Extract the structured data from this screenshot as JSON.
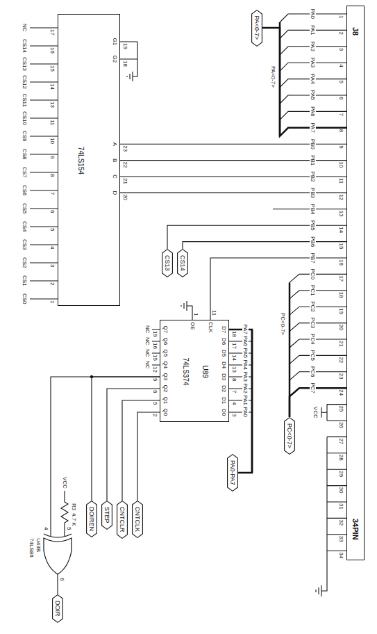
{
  "diagram": {
    "nodes": [
      {
        "text": [
          "J8",
          "34PIN"
        ]
      },
      {
        "text": [
          "PA<0-7>"
        ]
      },
      {
        "text": [
          "PC<0-7>"
        ]
      },
      {
        "text": [
          "CS14"
        ]
      },
      {
        "text": [
          "CS13"
        ]
      },
      {
        "text": [
          "74LS154"
        ]
      },
      {
        "text": [
          "U89",
          "74LS374"
        ]
      },
      {
        "text": [
          "PA0-PA7"
        ]
      },
      {
        "text": [
          "CNTCLK"
        ]
      },
      {
        "text": [
          "CNTCLR"
        ]
      },
      {
        "text": [
          "STEP"
        ]
      },
      {
        "text": [
          "DOIREN"
        ]
      },
      {
        "text": [
          "U43B",
          "74LS86"
        ]
      },
      {
        "text": [
          "DOIR"
        ]
      }
    ],
    "edges": [
      {
        "from": 0,
        "to": 1,
        "arrow": "none"
      },
      {
        "from": 0,
        "to": 2,
        "arrow": "none"
      },
      {
        "from": 0,
        "to": 5,
        "arrow": "none"
      },
      {
        "from": 0,
        "to": 5,
        "arrow": "none"
      },
      {
        "from": 0,
        "to": 5,
        "arrow": "none"
      },
      {
        "from": 0,
        "to": 5,
        "arrow": "none"
      },
      {
        "from": 0,
        "to": 3,
        "arrow": "none"
      },
      {
        "from": 0,
        "to": 4,
        "arrow": "none"
      },
      {
        "from": 0,
        "to": 6,
        "arrow": "none"
      },
      {
        "from": 7,
        "to": 6,
        "arrow": "none"
      },
      {
        "from": 6,
        "to": 8,
        "arrow": "none"
      },
      {
        "from": 6,
        "to": 9,
        "arrow": "none"
      },
      {
        "from": 6,
        "to": 10,
        "arrow": "none"
      },
      {
        "from": 6,
        "to": 11,
        "arrow": "none"
      },
      {
        "from": 6,
        "to": 12,
        "arrow": "none"
      },
      {
        "from": 12,
        "to": 13,
        "arrow": "none"
      }
    ],
    "labels": [
      "1",
      "2",
      "3",
      "4",
      "5",
      "6",
      "7",
      "8",
      "9",
      "10",
      "11",
      "12",
      "13",
      "14",
      "15",
      "16",
      "17",
      "18",
      "19",
      "20",
      "21",
      "22",
      "23",
      "24",
      "25",
      "26",
      "27",
      "28",
      "29",
      "30",
      "31",
      "32",
      "33",
      "34",
      "PA0",
      "PA1",
      "PA2",
      "PA3",
      "PA4",
      "PA5",
      "PA6",
      "PA7",
      "PB0",
      "PB1",
      "PB2",
      "PB3",
      "PB4",
      "PB5",
      "PB6",
      "PB7",
      "PC0",
      "PC1",
      "PC2",
      "PC3",
      "PC4",
      "PC5",
      "PC6",
      "PC7",
      "PA<0-7>",
      "PC<0-7>",
      "VCC",
      "G1",
      "G2",
      "D",
      "C",
      "B",
      "A",
      "19",
      "18",
      "20",
      "21",
      "22",
      "23",
      "17",
      "16",
      "15",
      "14",
      "13",
      "11",
      "10",
      "9",
      "8",
      "7",
      "6",
      "5",
      "4",
      "3",
      "2",
      "1",
      "NC",
      "CS14",
      "CS13",
      "CS12",
      "CS11",
      "CS10",
      "CS9",
      "CS8",
      "CS7",
      "CS6",
      "CS5",
      "CS4",
      "CS3",
      "CS2",
      "CS1",
      "CS0",
      "PA7",
      "PA6",
      "PA5",
      "PA4",
      "PA3",
      "PA2",
      "PA1",
      "PA0",
      "18",
      "17",
      "14",
      "13",
      "8",
      "7",
      "4",
      "3",
      "D7",
      "D6",
      "D5",
      "D4",
      "D3",
      "D2",
      "D1",
      "D0",
      "Q7",
      "Q6",
      "Q5",
      "Q4",
      "Q3",
      "Q2",
      "Q1",
      "Q0",
      "19",
      "16",
      "15",
      "12",
      "9",
      "6",
      "5",
      "2",
      "NC",
      "NC",
      "NC",
      "NC",
      "CLK",
      "OE",
      "11",
      "1",
      "5",
      "4",
      "6",
      "R3",
      "4.7 K",
      "VCC"
    ]
  }
}
